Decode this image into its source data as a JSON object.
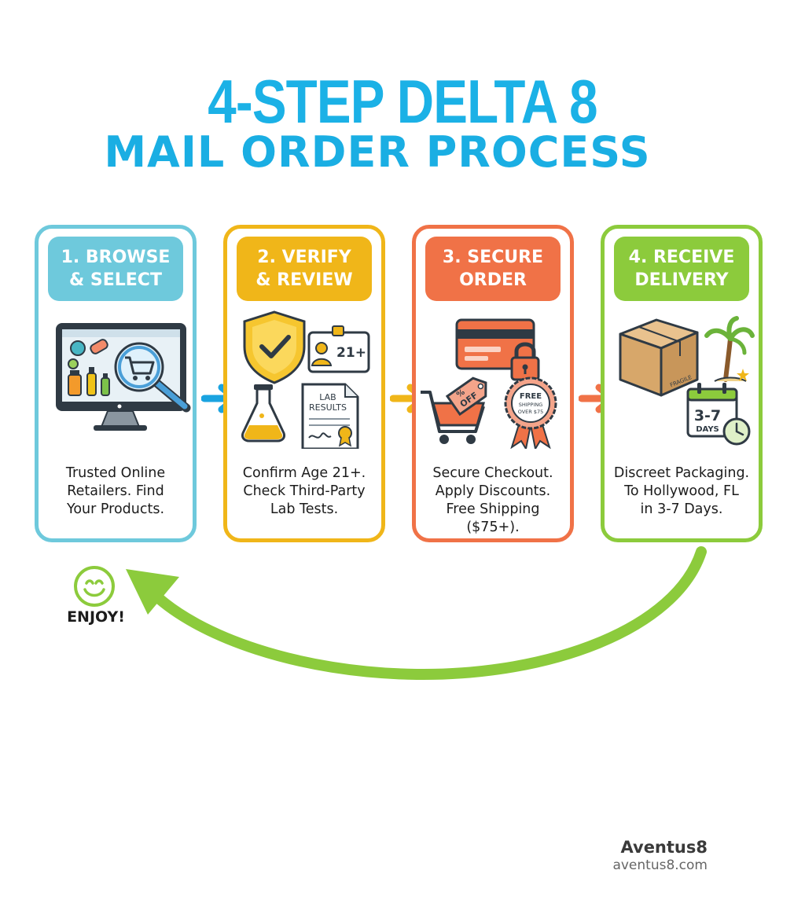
{
  "title": {
    "line1": "4-STEP DELTA 8",
    "line2": "MAIL ORDER PROCESS"
  },
  "colors": {
    "title": "#1bb1e6",
    "step1": "#6ec9dc",
    "step2": "#f0b619",
    "step3": "#f07247",
    "step4": "#8ccb3c",
    "flow_arrow": "#1aa3e0",
    "loop_arrow": "#8ccb3c"
  },
  "steps": [
    {
      "header": [
        "1. BROWSE",
        "& SELECT"
      ],
      "icons": [
        "computer-monitor-icon",
        "magnifier-cart-icon",
        "gummies-icon",
        "bottles-icon"
      ],
      "description": [
        "Trusted Online",
        "Retailers. Find",
        "Your Products."
      ]
    },
    {
      "header": [
        "2. VERIFY",
        "& REVIEW"
      ],
      "icons": [
        "shield-check-icon",
        "id-card-icon",
        "flask-icon",
        "lab-report-icon"
      ],
      "id_badge": "21+",
      "lab_label": [
        "LAB",
        "RESULTS"
      ],
      "description": [
        "Confirm Age 21+.",
        "Check Third-Party",
        "Lab Tests."
      ]
    },
    {
      "header": [
        "3. SECURE",
        "ORDER"
      ],
      "icons": [
        "credit-card-icon",
        "padlock-icon",
        "cart-tag-icon",
        "rosette-badge-icon"
      ],
      "tag_label": [
        "%",
        "OFF"
      ],
      "badge_label": [
        "FREE",
        "SHIPPING",
        "OVER $75"
      ],
      "description": [
        "Secure Checkout.",
        "Apply Discounts.",
        "Free Shipping",
        "($75+)."
      ]
    },
    {
      "header": [
        "4. RECEIVE",
        "DELIVERY"
      ],
      "icons": [
        "package-box-icon",
        "palm-tree-icon",
        "calendar-icon",
        "clock-icon"
      ],
      "box_label": "FRAGILE",
      "calendar_label": [
        "3-7",
        "DAYS"
      ],
      "description": [
        "Discreet Packaging.",
        "To Hollywood, FL",
        "in 3-7 Days."
      ]
    }
  ],
  "loop": {
    "label": "ENJOY!",
    "icon": "smiley-icon"
  },
  "brand": {
    "name": "Aventus8",
    "url": "aventus8.com"
  }
}
